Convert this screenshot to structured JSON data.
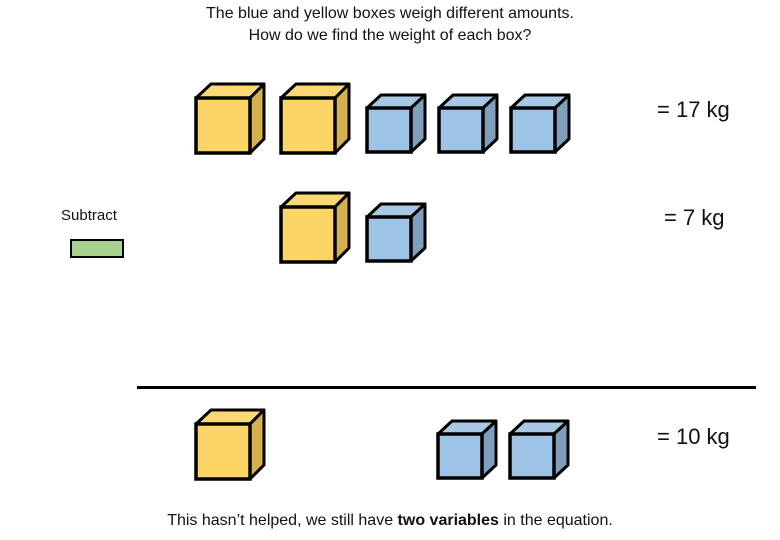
{
  "title": {
    "line1": "The blue and yellow boxes weigh different amounts.",
    "line2": "How do we find the weight of each box?"
  },
  "colors": {
    "yellow_front": "#fdd566",
    "yellow_top": "#fbd874",
    "yellow_side": "#d4b04e",
    "blue_front": "#9dc3e6",
    "blue_top": "#a9c8e6",
    "blue_side": "#7f9fbd",
    "outline": "#000000",
    "subtract_bar": "#a9d18e"
  },
  "rows": [
    {
      "id": "row1",
      "cubes": [
        "yellow",
        "yellow",
        "blue",
        "blue",
        "blue"
      ],
      "equation": "= 17 kg"
    },
    {
      "id": "row2",
      "cubes": [
        "yellow",
        "blue"
      ],
      "equation": "= 7 kg"
    },
    {
      "id": "result",
      "cubes": [
        "yellow",
        "blue",
        "blue"
      ],
      "equation": "= 10 kg"
    }
  ],
  "operation": {
    "label": "Subtract"
  },
  "footer": {
    "prefix": "This hasn’t helped, we still have ",
    "bold": "two variables",
    "suffix": " in the equation."
  }
}
